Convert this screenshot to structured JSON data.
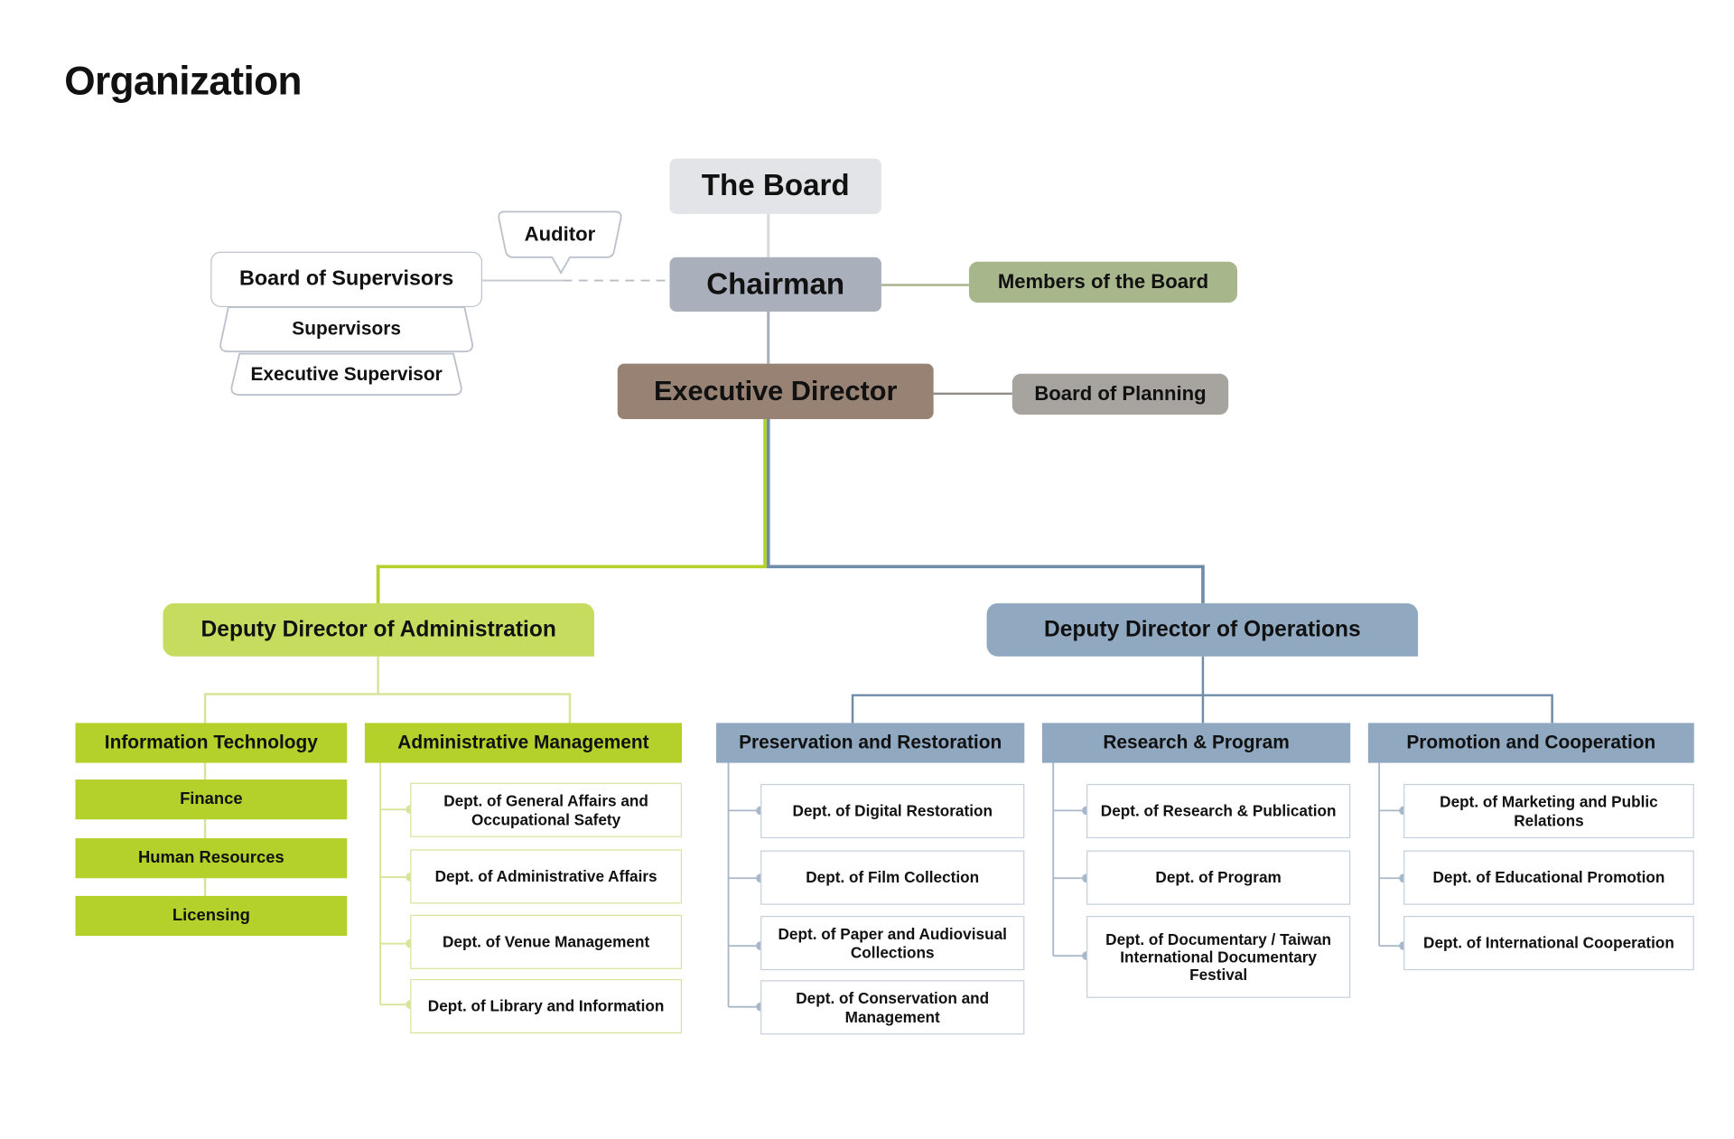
{
  "title": "Organization",
  "top": {
    "board": "The Board",
    "chairman": "Chairman",
    "executive_director": "Executive Director",
    "members_of_board": "Members of the Board",
    "board_of_planning": "Board of Planning",
    "auditor": "Auditor",
    "board_of_supervisors": "Board of Supervisors",
    "supervisors": "Supervisors",
    "executive_supervisor": "Executive Supervisor"
  },
  "administration": {
    "deputy": "Deputy Director of Administration",
    "it": {
      "label": "Information Technology",
      "items": [
        "Finance",
        "Human Resources",
        "Licensing"
      ]
    },
    "admin_mgmt": {
      "label": "Administrative Management",
      "items": [
        "Dept. of General Affairs and Occupational Safety",
        "Dept. of Administrative Affairs",
        "Dept. of Venue Management",
        "Dept. of Library and Information"
      ]
    }
  },
  "operations": {
    "deputy": "Deputy Director of Operations",
    "preservation": {
      "label": "Preservation and Restoration",
      "items": [
        "Dept. of Digital Restoration",
        "Dept. of Film Collection",
        "Dept. of Paper and Audiovisual Collections",
        "Dept. of Conservation and Management"
      ]
    },
    "research": {
      "label": "Research & Program",
      "items": [
        "Dept. of Research & Publication",
        "Dept. of Program",
        "Dept. of Documentary / Taiwan International Documentary Festival"
      ]
    },
    "promotion": {
      "label": "Promotion and Cooperation",
      "items": [
        "Dept. of Marketing and Public Relations",
        "Dept. of Educational Promotion",
        "Dept. of International Cooperation"
      ]
    }
  },
  "colors": {
    "admin_green": "#b4d02a",
    "ops_blue": "#90a8c0",
    "executive_brown": "#978274",
    "chairman_gray": "#a9b0bc"
  }
}
